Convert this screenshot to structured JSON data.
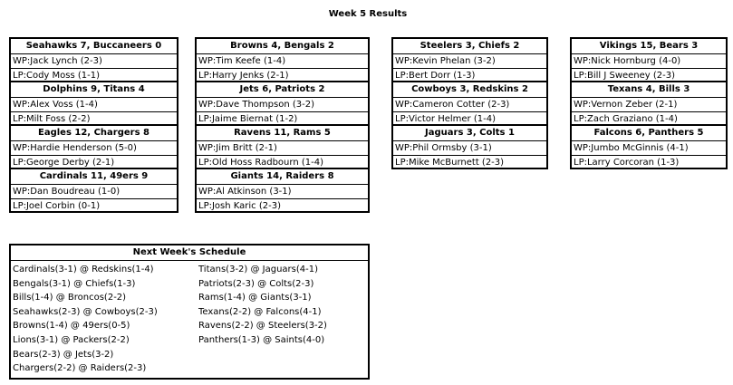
{
  "title": "Week 5 Results",
  "columns": [
    [
      {
        "header": "Seahawks 7, Buccaneers 0",
        "wp": "WP:Jack Lynch (2-3)",
        "lp": "LP:Cody Moss (1-1)"
      },
      {
        "header": "Dolphins 9, Titans 4",
        "wp": "WP:Alex Voss (1-4)",
        "lp": "LP:Milt Foss (2-2)"
      },
      {
        "header": "Eagles 12, Chargers 8",
        "wp": "WP:Hardie Henderson (5-0)",
        "lp": "LP:George Derby (2-1)"
      },
      {
        "header": "Cardinals 11, 49ers 9",
        "wp": "WP:Dan Boudreau (1-0)",
        "lp": "LP:Joel Corbin (0-1)"
      }
    ],
    [
      {
        "header": "Browns 4, Bengals 2",
        "wp": "WP:Tim Keefe (1-4)",
        "lp": "LP:Harry Jenks (2-1)"
      },
      {
        "header": "Jets 6, Patriots 2",
        "wp": "WP:Dave Thompson (3-2)",
        "lp": "LP:Jaime Biernat (1-2)"
      },
      {
        "header": "Ravens 11, Rams 5",
        "wp": "WP:Jim Britt (2-1)",
        "lp": "LP:Old Hoss Radbourn (1-4)"
      },
      {
        "header": "Giants 14, Raiders 8",
        "wp": "WP:Al Atkinson (3-1)",
        "lp": "LP:Josh Karic (2-3)"
      }
    ],
    [
      {
        "header": "Steelers 3, Chiefs 2",
        "wp": "WP:Kevin Phelan (3-2)",
        "lp": "LP:Bert Dorr (1-3)"
      },
      {
        "header": "Cowboys 3, Redskins 2",
        "wp": "WP:Cameron Cotter (2-3)",
        "lp": "LP:Victor Helmer (1-4)"
      },
      {
        "header": "Jaguars 3, Colts 1",
        "wp": "WP:Phil Ormsby (3-1)",
        "lp": "LP:Mike McBurnett (2-3)"
      }
    ],
    [
      {
        "header": "Vikings 15, Bears 3",
        "wp": "WP:Nick Hornburg (4-0)",
        "lp": "LP:Bill J Sweeney (2-3)"
      },
      {
        "header": "Texans 4, Bills 3",
        "wp": "WP:Vernon Zeber (2-1)",
        "lp": "LP:Zach Graziano (1-4)"
      },
      {
        "header": "Falcons 6, Panthers 5",
        "wp": "WP:Jumbo McGinnis (4-1)",
        "lp": "LP:Larry Corcoran (1-3)"
      }
    ]
  ],
  "schedule": {
    "title": "Next Week's Schedule",
    "left": [
      "Cardinals(3-1) @ Redskins(1-4)",
      "Bengals(3-1) @ Chiefs(1-3)",
      "Bills(1-4) @ Broncos(2-2)",
      "Seahawks(2-3) @ Cowboys(2-3)",
      "Browns(1-4) @ 49ers(0-5)",
      "Lions(3-1) @ Packers(2-2)",
      "Bears(2-3) @ Jets(3-2)",
      "Chargers(2-2) @ Raiders(2-3)"
    ],
    "right": [
      "Titans(3-2) @ Jaguars(4-1)",
      "Patriots(2-3) @ Colts(2-3)",
      "Rams(1-4) @ Giants(3-1)",
      "Texans(2-2) @ Falcons(4-1)",
      "Ravens(2-2) @ Steelers(3-2)",
      "Panthers(1-3) @ Saints(4-0)"
    ]
  }
}
